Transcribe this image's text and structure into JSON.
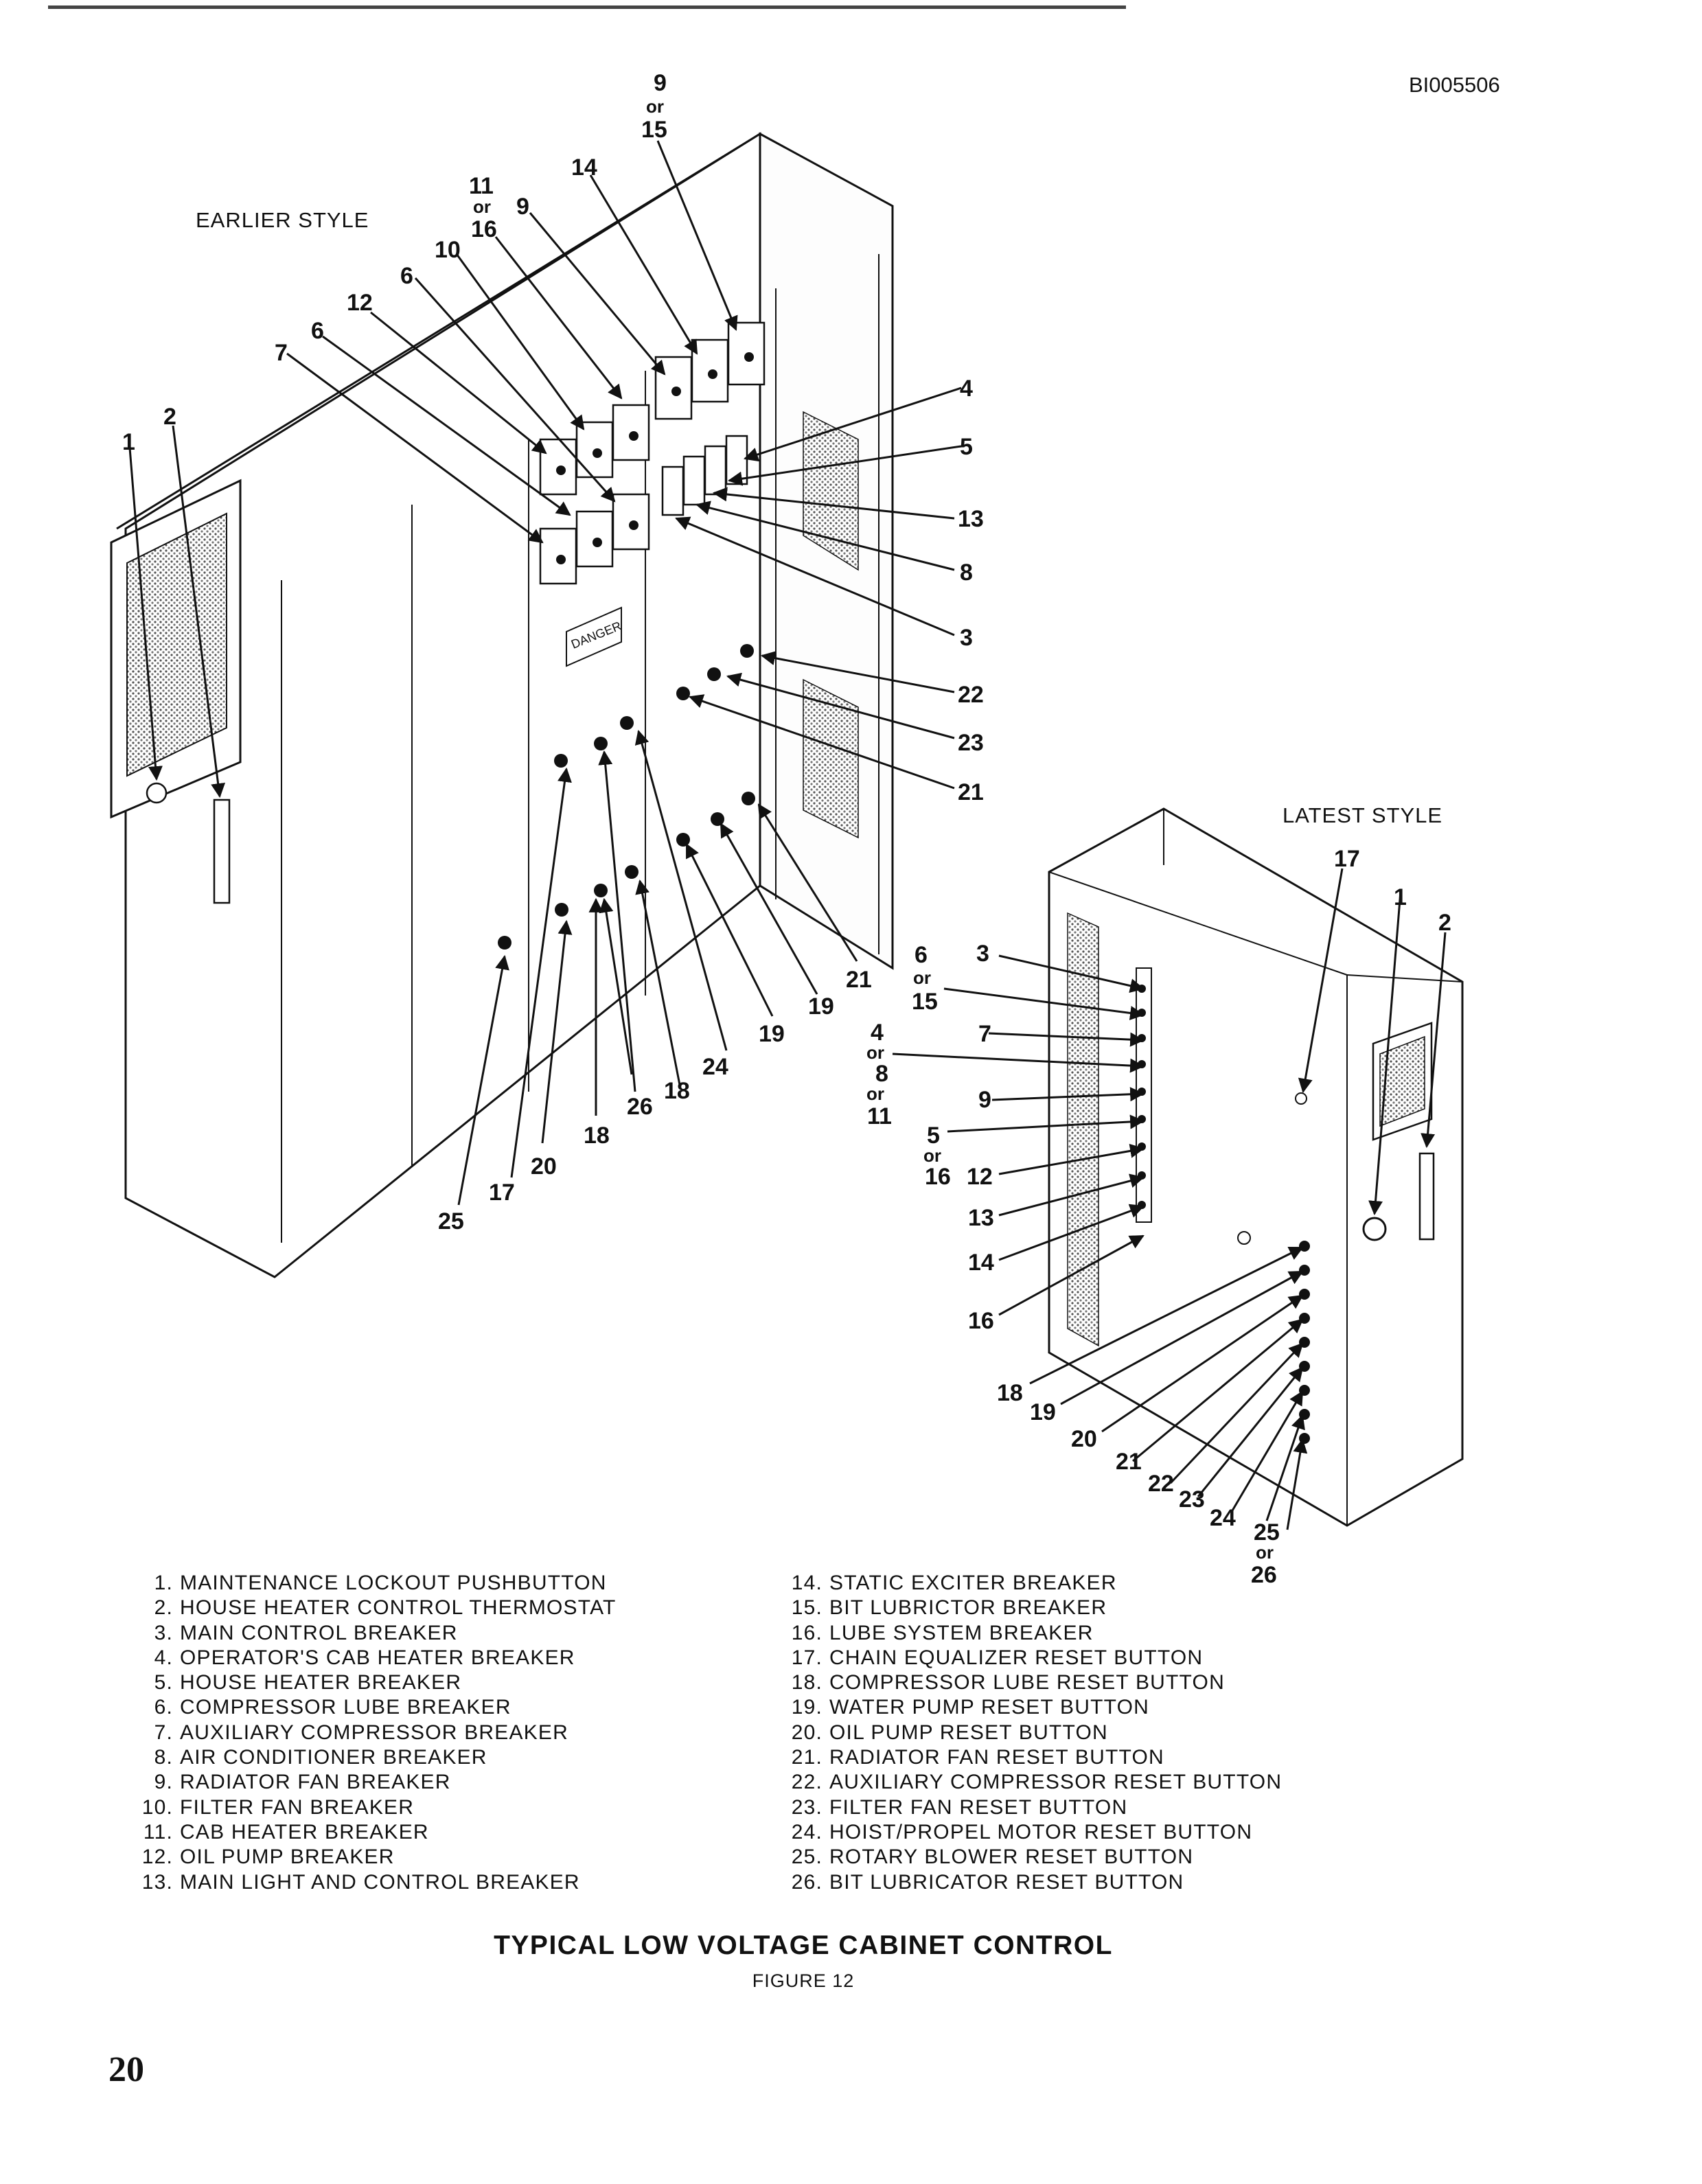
{
  "header": {
    "doc_id": "BI005506"
  },
  "figure": {
    "earlier_style_label": "EARLIER STYLE",
    "latest_style_label": "LATEST STYLE",
    "panel_label": "DANGER",
    "earlier_callouts": [
      {
        "id": "e-1",
        "text": "1"
      },
      {
        "id": "e-2",
        "text": "2"
      },
      {
        "id": "e-7",
        "text": "7"
      },
      {
        "id": "e-6a",
        "text": "6"
      },
      {
        "id": "e-12",
        "text": "12"
      },
      {
        "id": "e-6b",
        "text": "6"
      },
      {
        "id": "e-10",
        "text": "10"
      },
      {
        "id": "e-11",
        "text": "11"
      },
      {
        "id": "e-or1",
        "text": "or"
      },
      {
        "id": "e-16",
        "text": "16"
      },
      {
        "id": "e-9a",
        "text": "9"
      },
      {
        "id": "e-14",
        "text": "14"
      },
      {
        "id": "e-9b",
        "text": "9"
      },
      {
        "id": "e-or2",
        "text": "or"
      },
      {
        "id": "e-15",
        "text": "15"
      },
      {
        "id": "e-4",
        "text": "4"
      },
      {
        "id": "e-5",
        "text": "5"
      },
      {
        "id": "e-13",
        "text": "13"
      },
      {
        "id": "e-8",
        "text": "8"
      },
      {
        "id": "e-3",
        "text": "3"
      },
      {
        "id": "e-22",
        "text": "22"
      },
      {
        "id": "e-23",
        "text": "23"
      },
      {
        "id": "e-21a",
        "text": "21"
      },
      {
        "id": "e-21b",
        "text": "21"
      },
      {
        "id": "e-19a",
        "text": "19"
      },
      {
        "id": "e-19b",
        "text": "19"
      },
      {
        "id": "e-24",
        "text": "24"
      },
      {
        "id": "e-18a",
        "text": "18"
      },
      {
        "id": "e-26",
        "text": "26"
      },
      {
        "id": "e-18b",
        "text": "18"
      },
      {
        "id": "e-20",
        "text": "20"
      },
      {
        "id": "e-17",
        "text": "17"
      },
      {
        "id": "e-25",
        "text": "25"
      }
    ],
    "latest_callouts": [
      {
        "id": "l-17",
        "text": "17"
      },
      {
        "id": "l-1",
        "text": "1"
      },
      {
        "id": "l-2",
        "text": "2"
      },
      {
        "id": "l-6",
        "text": "6"
      },
      {
        "id": "l-or1",
        "text": "or"
      },
      {
        "id": "l-15",
        "text": "15"
      },
      {
        "id": "l-3",
        "text": "3"
      },
      {
        "id": "l-4",
        "text": "4"
      },
      {
        "id": "l-or2",
        "text": "or"
      },
      {
        "id": "l-8",
        "text": "8"
      },
      {
        "id": "l-or3",
        "text": "or"
      },
      {
        "id": "l-11",
        "text": "11"
      },
      {
        "id": "l-7",
        "text": "7"
      },
      {
        "id": "l-9",
        "text": "9"
      },
      {
        "id": "l-5",
        "text": "5"
      },
      {
        "id": "l-or4",
        "text": "or"
      },
      {
        "id": "l-16a",
        "text": "16"
      },
      {
        "id": "l-12",
        "text": "12"
      },
      {
        "id": "l-13",
        "text": "13"
      },
      {
        "id": "l-14",
        "text": "14"
      },
      {
        "id": "l-16b",
        "text": "16"
      },
      {
        "id": "l-18",
        "text": "18"
      },
      {
        "id": "l-19",
        "text": "19"
      },
      {
        "id": "l-20",
        "text": "20"
      },
      {
        "id": "l-21",
        "text": "21"
      },
      {
        "id": "l-22",
        "text": "22"
      },
      {
        "id": "l-23",
        "text": "23"
      },
      {
        "id": "l-24",
        "text": "24"
      },
      {
        "id": "l-25",
        "text": "25"
      },
      {
        "id": "l-or5",
        "text": "or"
      },
      {
        "id": "l-26",
        "text": "26"
      }
    ]
  },
  "legend": {
    "left": [
      {
        "num": "1.",
        "text": "MAINTENANCE LOCKOUT PUSHBUTTON"
      },
      {
        "num": "2.",
        "text": "HOUSE HEATER CONTROL THERMOSTAT"
      },
      {
        "num": "3.",
        "text": "MAIN CONTROL BREAKER"
      },
      {
        "num": "4.",
        "text": "OPERATOR'S CAB HEATER BREAKER"
      },
      {
        "num": "5.",
        "text": "HOUSE HEATER BREAKER"
      },
      {
        "num": "6.",
        "text": "COMPRESSOR LUBE BREAKER"
      },
      {
        "num": "7.",
        "text": "AUXILIARY COMPRESSOR BREAKER"
      },
      {
        "num": "8.",
        "text": "AIR CONDITIONER BREAKER"
      },
      {
        "num": "9.",
        "text": "RADIATOR FAN BREAKER"
      },
      {
        "num": "10.",
        "text": "FILTER FAN BREAKER"
      },
      {
        "num": "11.",
        "text": "CAB HEATER BREAKER"
      },
      {
        "num": "12.",
        "text": "OIL PUMP BREAKER"
      },
      {
        "num": "13.",
        "text": "MAIN LIGHT AND CONTROL BREAKER"
      }
    ],
    "right": [
      {
        "num": "14.",
        "text": "STATIC EXCITER BREAKER"
      },
      {
        "num": "15.",
        "text": "BIT LUBRICTOR BREAKER"
      },
      {
        "num": "16.",
        "text": "LUBE SYSTEM BREAKER"
      },
      {
        "num": "17.",
        "text": "CHAIN EQUALIZER RESET BUTTON"
      },
      {
        "num": "18.",
        "text": "COMPRESSOR LUBE RESET BUTTON"
      },
      {
        "num": "19.",
        "text": "WATER PUMP RESET BUTTON"
      },
      {
        "num": "20.",
        "text": "OIL PUMP RESET BUTTON"
      },
      {
        "num": "21.",
        "text": "RADIATOR FAN RESET BUTTON"
      },
      {
        "num": "22.",
        "text": "AUXILIARY COMPRESSOR RESET BUTTON"
      },
      {
        "num": "23.",
        "text": "FILTER FAN RESET BUTTON"
      },
      {
        "num": "24.",
        "text": "HOIST/PROPEL MOTOR RESET BUTTON"
      },
      {
        "num": "25.",
        "text": "ROTARY BLOWER RESET BUTTON"
      },
      {
        "num": "26.",
        "text": "BIT LUBRICATOR RESET BUTTON"
      }
    ]
  },
  "caption": {
    "title": "TYPICAL LOW VOLTAGE CABINET CONTROL",
    "figure": "FIGURE 12"
  },
  "footer": {
    "page_number": "20"
  }
}
